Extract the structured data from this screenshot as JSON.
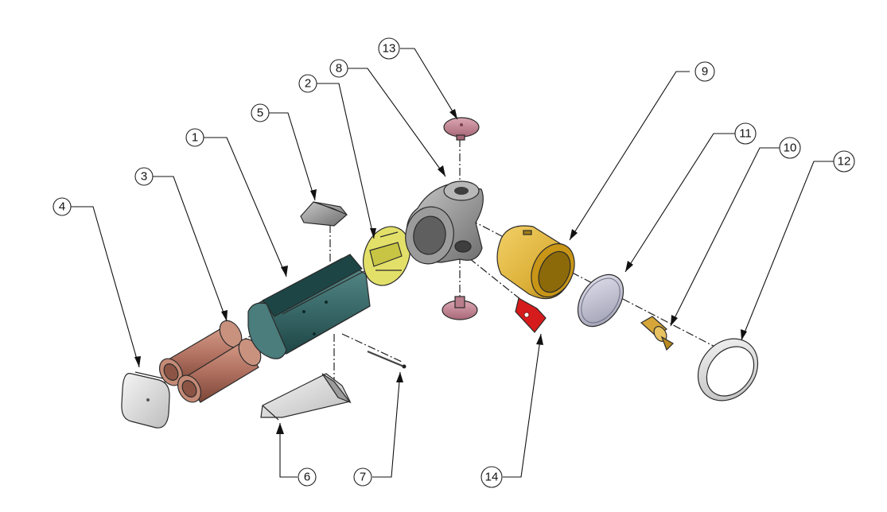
{
  "diagram": {
    "type": "exploded-assembly-view",
    "balloons": [
      "1",
      "2",
      "3",
      "4",
      "5",
      "6",
      "7",
      "8",
      "9",
      "10",
      "11",
      "12",
      "13",
      "14"
    ]
  },
  "colors": {
    "battery_tube": "#3d6e6e",
    "battery": "#b77a66",
    "end_disc_yellow": "#e3e06a",
    "reflector_housing": "#e2b83a",
    "pink_cap": "#cc8f9f",
    "red_clip": "#d51b1b",
    "brass_pin": "#d6a638",
    "grey_part": "#a8a8a8",
    "light_part": "#e6e6e6"
  }
}
